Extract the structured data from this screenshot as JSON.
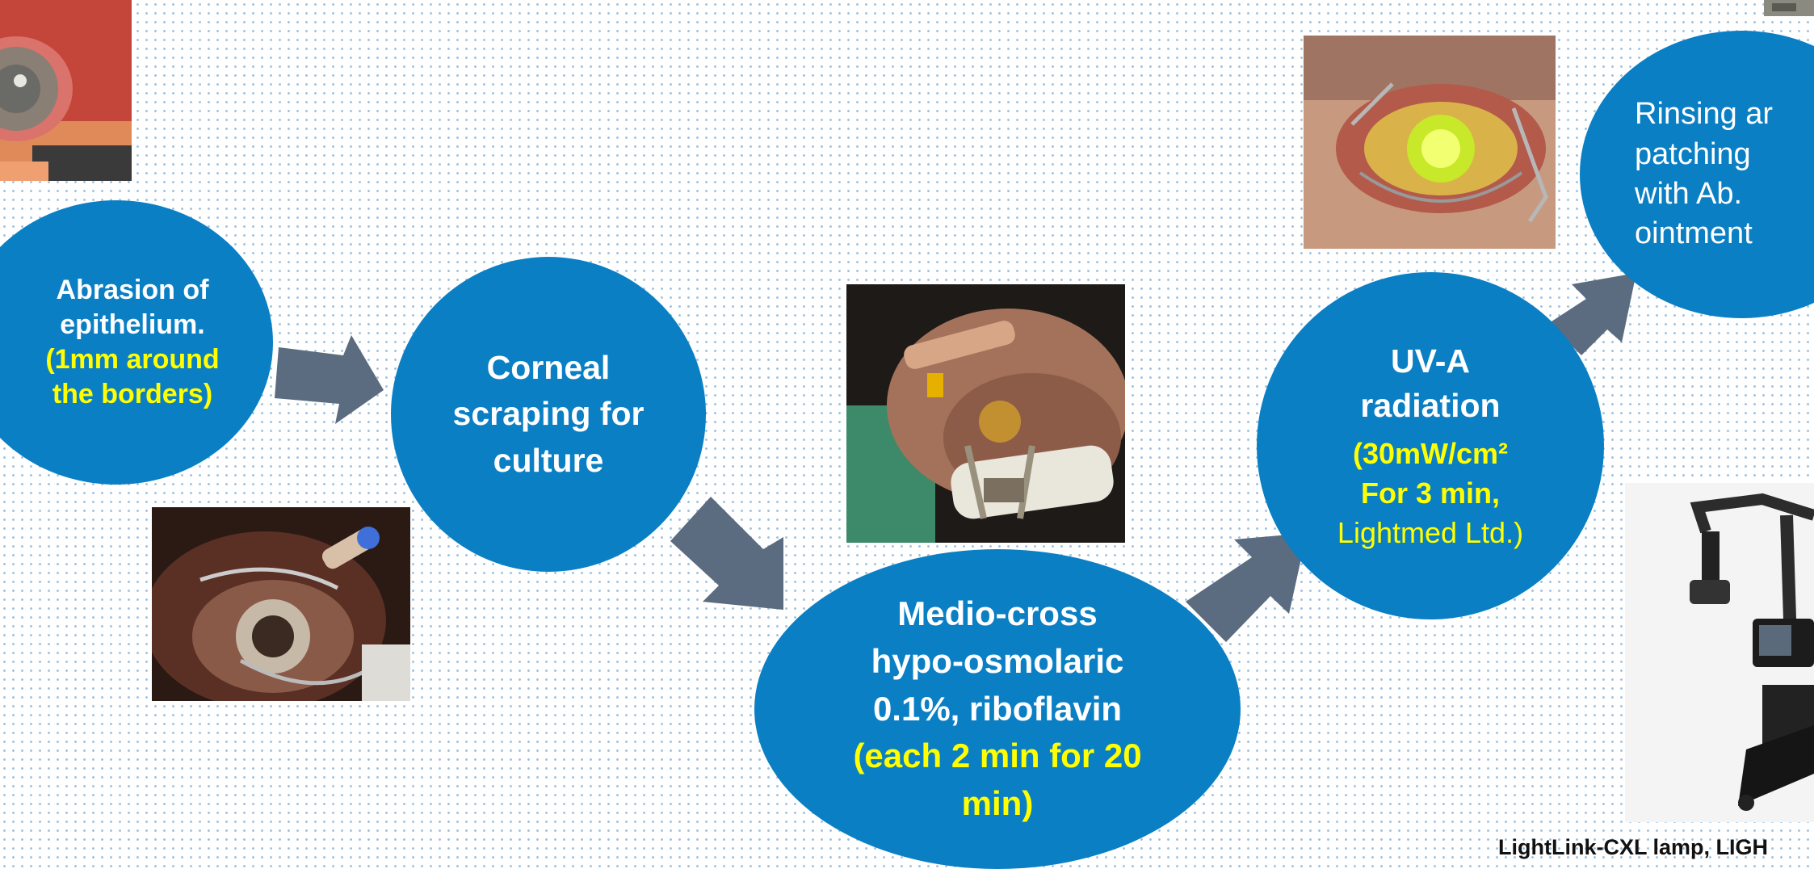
{
  "steps": {
    "abrasion": {
      "line1": "Abrasion of",
      "line2": "epithelium.",
      "line3": "(1mm  around",
      "line4": "the borders)"
    },
    "scraping": {
      "line1": "Corneal",
      "line2": "scraping for",
      "line3": "culture"
    },
    "riboflavin": {
      "line1": "Medio-cross",
      "line2": "hypo-osmolaric",
      "line3": "0.1%, riboflavin",
      "line4": "(each 2 min for 20",
      "line5": "min)"
    },
    "uva": {
      "line1": "UV-A",
      "line2": "radiation",
      "line3": "(30mW/cm²",
      "line4": "For 3 min,",
      "line5": "Lightmed Ltd.)"
    },
    "rinsing": {
      "line1": "Rinsing ar",
      "line2": "patching",
      "line3": "with Ab.",
      "line4": "ointment"
    }
  },
  "caption": "LightLink-CXL lamp,  LIGH",
  "colors": {
    "circle": "#0a7fc4",
    "highlight": "#ffff00",
    "arrow": "#5b6b80"
  }
}
